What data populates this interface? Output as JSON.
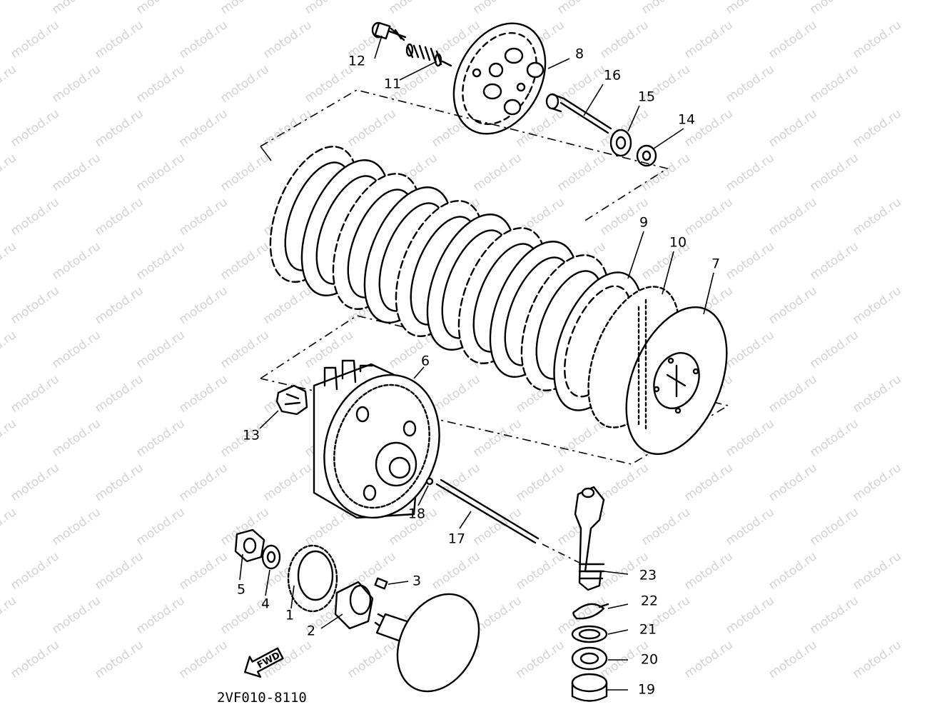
{
  "diagram_code": "2VF010-8110",
  "direction_label": "FWD",
  "watermark_text": "motod.ru",
  "colors": {
    "line": "#000000",
    "background": "#ffffff",
    "watermark": "#c4c4c4"
  },
  "callouts": [
    {
      "id": "1",
      "label": "1"
    },
    {
      "id": "2",
      "label": "2"
    },
    {
      "id": "3",
      "label": "3"
    },
    {
      "id": "4",
      "label": "4"
    },
    {
      "id": "5",
      "label": "5"
    },
    {
      "id": "6",
      "label": "6"
    },
    {
      "id": "7",
      "label": "7"
    },
    {
      "id": "8",
      "label": "8"
    },
    {
      "id": "9",
      "label": "9"
    },
    {
      "id": "10",
      "label": "10"
    },
    {
      "id": "11",
      "label": "11"
    },
    {
      "id": "12",
      "label": "12"
    },
    {
      "id": "13",
      "label": "13"
    },
    {
      "id": "14",
      "label": "14"
    },
    {
      "id": "15",
      "label": "15"
    },
    {
      "id": "16",
      "label": "16"
    },
    {
      "id": "17",
      "label": "17"
    },
    {
      "id": "18",
      "label": "18"
    },
    {
      "id": "19",
      "label": "19"
    },
    {
      "id": "20",
      "label": "20"
    },
    {
      "id": "21",
      "label": "21"
    },
    {
      "id": "22",
      "label": "22"
    },
    {
      "id": "23",
      "label": "23"
    }
  ]
}
